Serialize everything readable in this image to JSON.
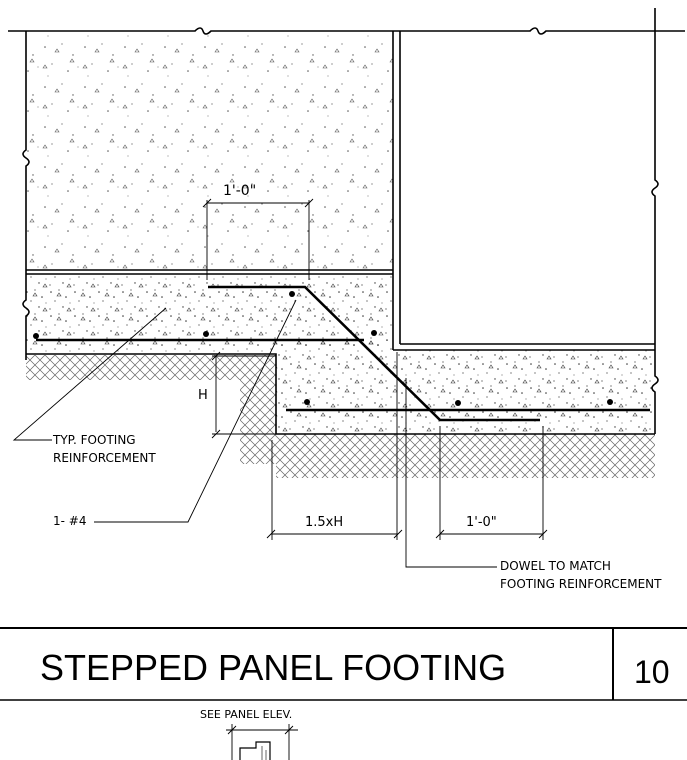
{
  "labels": {
    "dim_top": "1'-0\"",
    "dim_h": "H",
    "dim_run": "1.5xH",
    "dim_bottom": "1'-0\"",
    "typ_reinf_1": "TYP. FOOTING",
    "typ_reinf_2": "REINFORCEMENT",
    "bar": "1- #4",
    "dowel_1": "DOWEL TO MATCH",
    "dowel_2": "FOOTING REINFORCEMENT"
  },
  "title_block": {
    "title": "STEPPED PANEL FOOTING",
    "detail_number": "10",
    "reference": "SEE  PANEL ELEV."
  }
}
